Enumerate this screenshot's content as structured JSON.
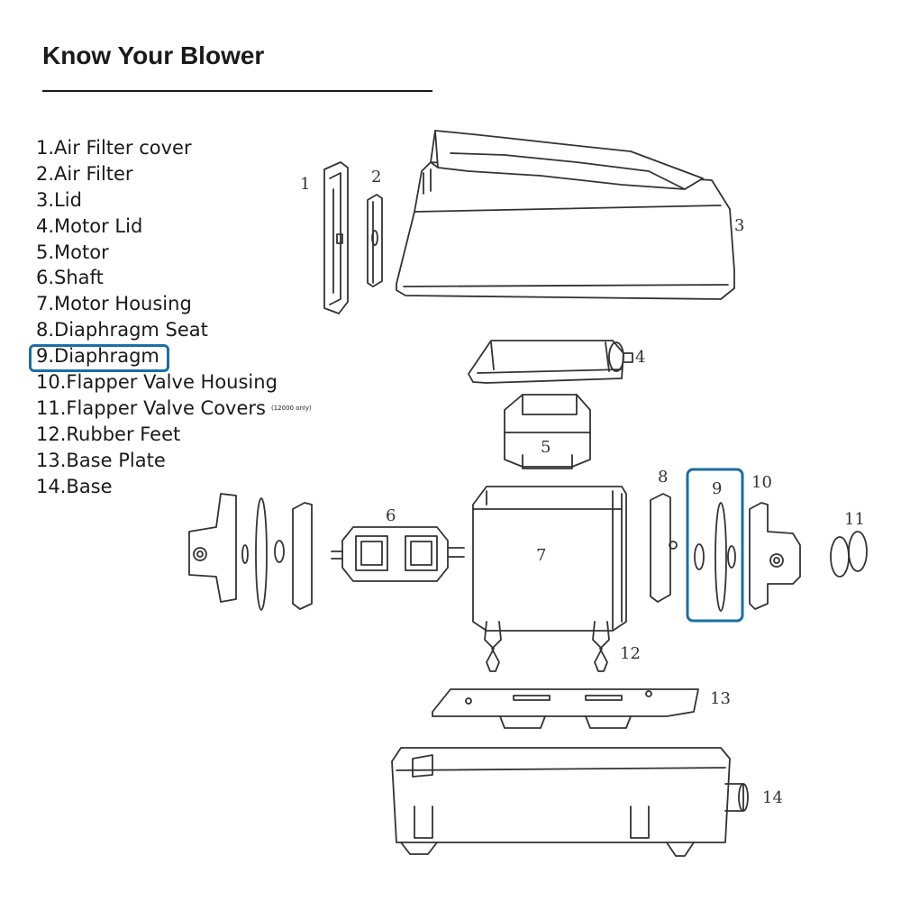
{
  "title": "Know Your Blower",
  "parts": [
    {
      "num": "1.",
      "name": "Air Filter cover",
      "note": ""
    },
    {
      "num": "2.",
      "name": "Air Filter",
      "note": ""
    },
    {
      "num": "3.",
      "name": "Lid",
      "note": ""
    },
    {
      "num": "4.",
      "name": "Motor Lid",
      "note": ""
    },
    {
      "num": "5.",
      "name": "Motor",
      "note": ""
    },
    {
      "num": "6.",
      "name": "Shaft",
      "note": ""
    },
    {
      "num": "7.",
      "name": "Motor Housing",
      "note": ""
    },
    {
      "num": "8.",
      "name": "Diaphragm Seat",
      "note": ""
    },
    {
      "num": "9.",
      "name": "Diaphragm",
      "note": ""
    },
    {
      "num": "10.",
      "name": "Flapper Valve Housing",
      "note": ""
    },
    {
      "num": "11.",
      "name": "Flapper Valve Covers",
      "note": "(12000 only)"
    },
    {
      "num": "12.",
      "name": "Rubber Feet",
      "note": ""
    },
    {
      "num": "13.",
      "name": "Base Plate",
      "note": ""
    },
    {
      "num": "14.",
      "name": "Base",
      "note": ""
    }
  ],
  "highlighted_part": "9",
  "highlight_color": "#1a6fa3",
  "line_color": "#333333",
  "diagram_labels": [
    "1",
    "2",
    "3",
    "4",
    "5",
    "6",
    "7",
    "8",
    "9",
    "10",
    "11",
    "12",
    "13",
    "14"
  ]
}
